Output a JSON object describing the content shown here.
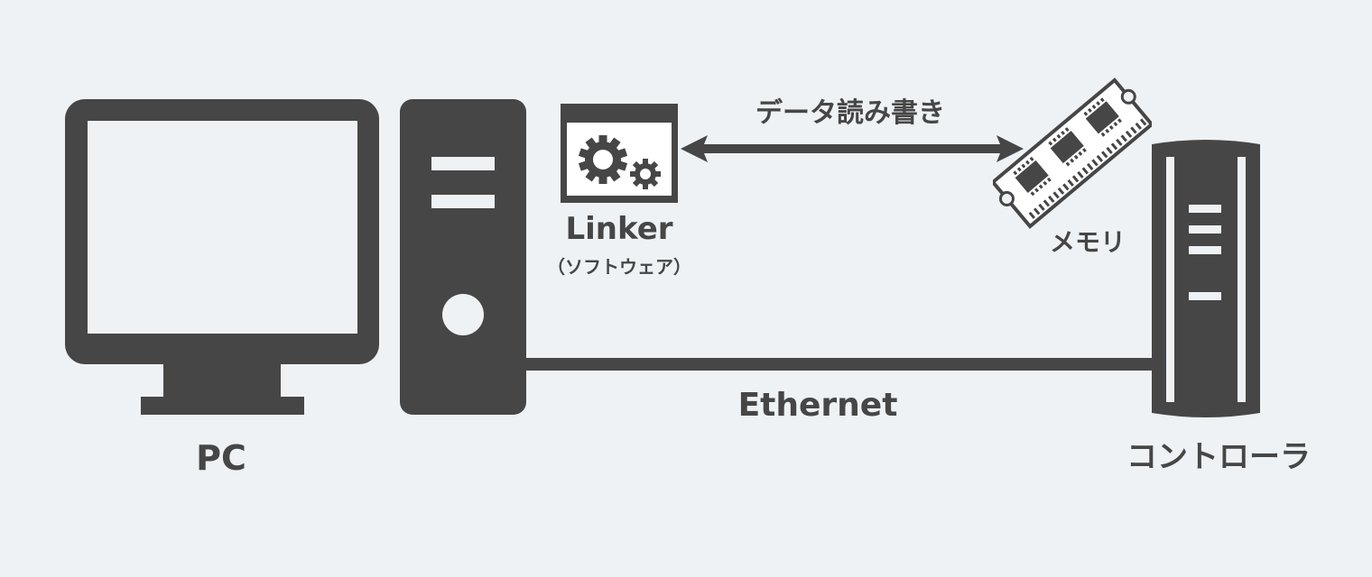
{
  "diagram": {
    "colors": {
      "background": "#eef2f5",
      "foreground": "#464646",
      "light": "#eef2f5",
      "window_fill": "#ffffff"
    },
    "nodes": {
      "pc": {
        "label": "PC",
        "icon": "monitor-and-tower-icon"
      },
      "software": {
        "label": "Linker",
        "sublabel": "（ソフトウェア）",
        "icon": "gear-window-icon"
      },
      "memory": {
        "label": "メモリ",
        "icon": "memory-module-icon"
      },
      "controller": {
        "label": "コントローラ",
        "icon": "controller-unit-icon"
      }
    },
    "edges": {
      "data_rw": {
        "label": "データ読み書き",
        "from": "Linker",
        "to": "メモリ",
        "style": "double-arrow"
      },
      "ethernet": {
        "label": "Ethernet",
        "from": "PC",
        "to": "コントローラ",
        "style": "line"
      }
    }
  }
}
